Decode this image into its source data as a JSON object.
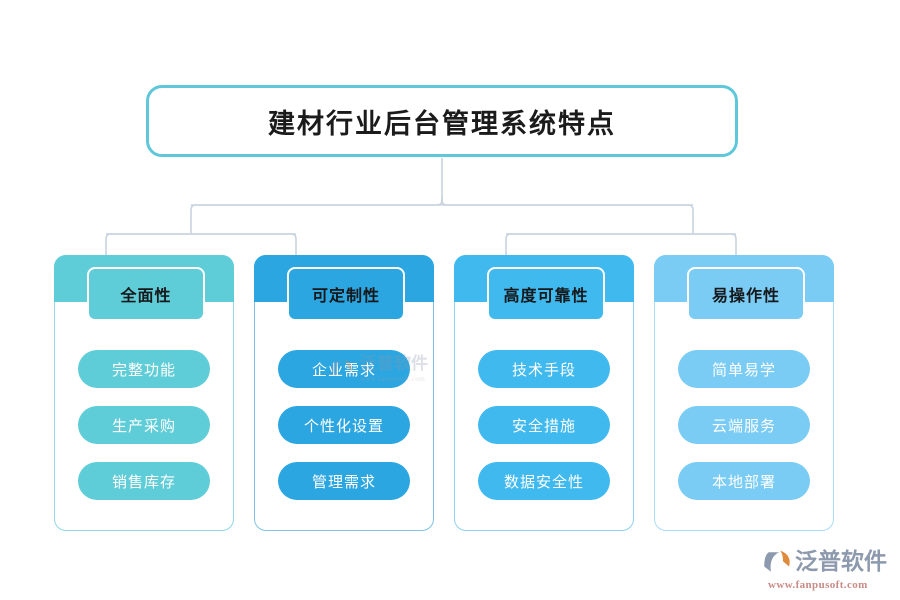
{
  "diagram": {
    "root": {
      "title": "建材行业后台管理系统特点"
    },
    "connector_color": "#c9d4e0",
    "root_border_color": "#5ec8da",
    "columns": [
      {
        "id": "comprehensiveness",
        "header": "全面性",
        "accent": "#5fcdd8",
        "border": "#8fd9e8",
        "items": [
          "完整功能",
          "生产采购",
          "销售库存"
        ]
      },
      {
        "id": "customizability",
        "header": "可定制性",
        "accent": "#2ba6e0",
        "border": "#7ec2ea",
        "items": [
          "企业需求",
          "个性化设置",
          "管理需求"
        ]
      },
      {
        "id": "high-reliability",
        "header": "高度可靠性",
        "accent": "#3fb9ee",
        "border": "#8ed3f3",
        "items": [
          "技术手段",
          "安全措施",
          "数据安全性"
        ]
      },
      {
        "id": "ease-of-operation",
        "header": "易操作性",
        "accent": "#7accf5",
        "border": "#a9dcf7",
        "items": [
          "简单易学",
          "云端服务",
          "本地部署"
        ]
      }
    ]
  },
  "watermark": {
    "brand": "泛普软件",
    "url": "www.fanpusoft.com",
    "brand_color": "#8d99ad",
    "url_color": "#c98b86",
    "mark_accent": "#e08a3c"
  }
}
